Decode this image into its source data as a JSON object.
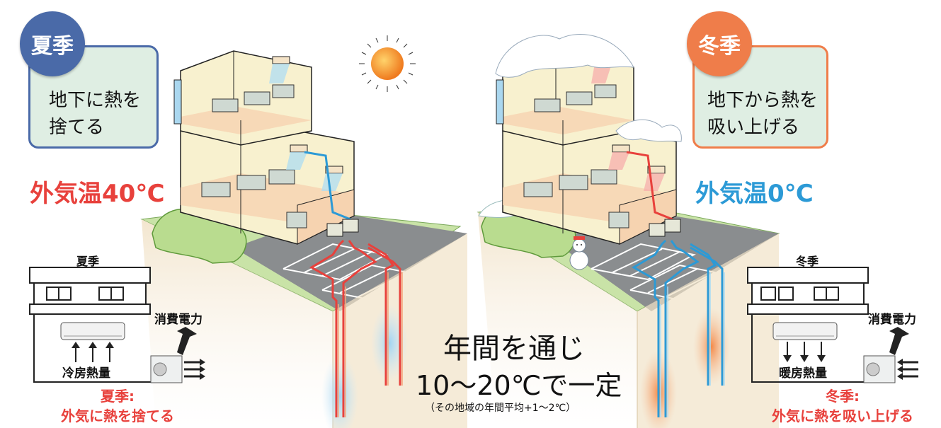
{
  "summer": {
    "badge": "夏季",
    "box_line1": "地下に熱を",
    "box_line2": "捨てる",
    "outside_temp": "外気温40℃",
    "mini_title": "夏季",
    "power_label": "消費電力",
    "heat_label": "冷房熱量",
    "caption_line1": "夏季:",
    "caption_line2": "外気に熱を捨てる"
  },
  "winter": {
    "badge": "冬季",
    "box_line1": "地下から熱を",
    "box_line2": "吸い上げる",
    "outside_temp": "外気温0℃",
    "mini_title": "冬季",
    "power_label": "消費電力",
    "heat_label": "暖房熱量",
    "caption_line1": "冬季:",
    "caption_line2": "外気に熱を吸い上げる"
  },
  "center": {
    "line1": "年間を通じ",
    "line2": "10～20℃で一定",
    "line3": "（その地域の年間平均+1～2℃）"
  },
  "colors": {
    "summer_blue": "#4a6aa8",
    "winter_orange": "#ef7d4a",
    "hot_red": "#e8413c",
    "cold_blue": "#2c9ad6",
    "building_cream": "#f8f1cf",
    "floor_peach": "#f6d3b0",
    "ground_green": "#c9e3a7",
    "soil_beige": "#efe0c8",
    "road_gray": "#8a8d8f"
  },
  "icons": [
    "sun-icon",
    "snowman-icon",
    "air-conditioner-icon",
    "outdoor-unit-icon",
    "arrow-icon"
  ]
}
